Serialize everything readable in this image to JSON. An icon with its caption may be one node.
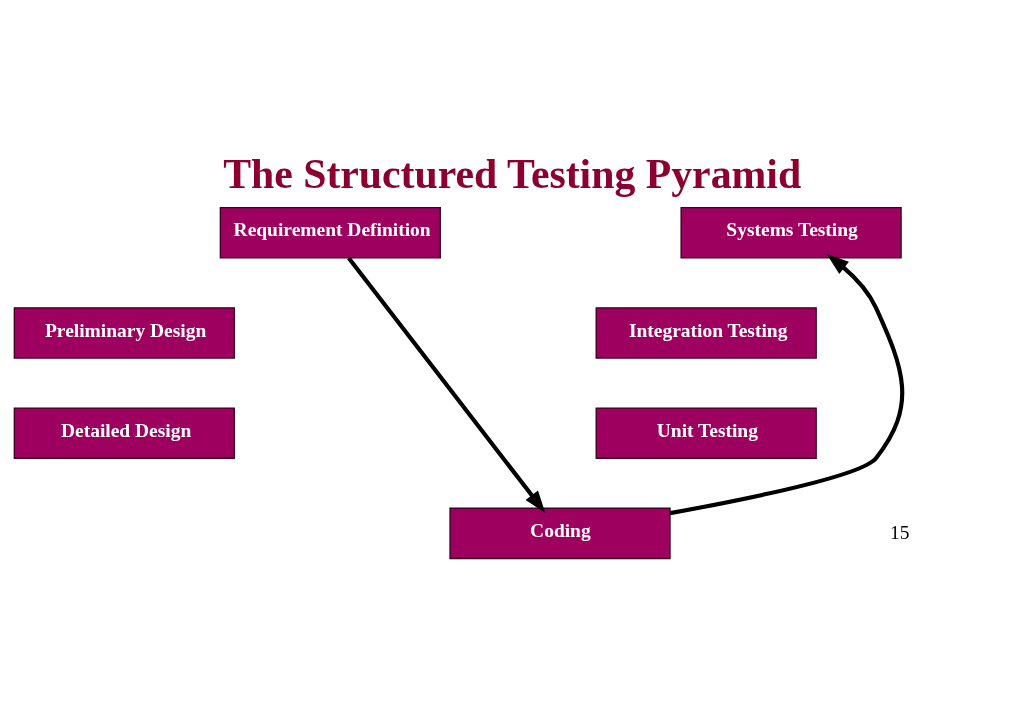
{
  "diagram": {
    "title": "The Structured Testing Pyramid",
    "nodes": [
      {
        "text": [
          "Requirement Definition"
        ]
      },
      {
        "text": [
          "Preliminary Design"
        ]
      },
      {
        "text": [
          "Detailed Design"
        ]
      },
      {
        "text": [
          "Unit Testing"
        ]
      },
      {
        "text": [
          "Integration Testing"
        ]
      },
      {
        "text": [
          "Systems Testing"
        ]
      },
      {
        "text": [
          "Coding"
        ]
      }
    ],
    "edges": [
      {
        "from": 0,
        "to": 6,
        "arrow": "to"
      },
      {
        "from": 6,
        "to": 5,
        "arrow": "to"
      }
    ],
    "labels": [
      "15"
    ]
  }
}
